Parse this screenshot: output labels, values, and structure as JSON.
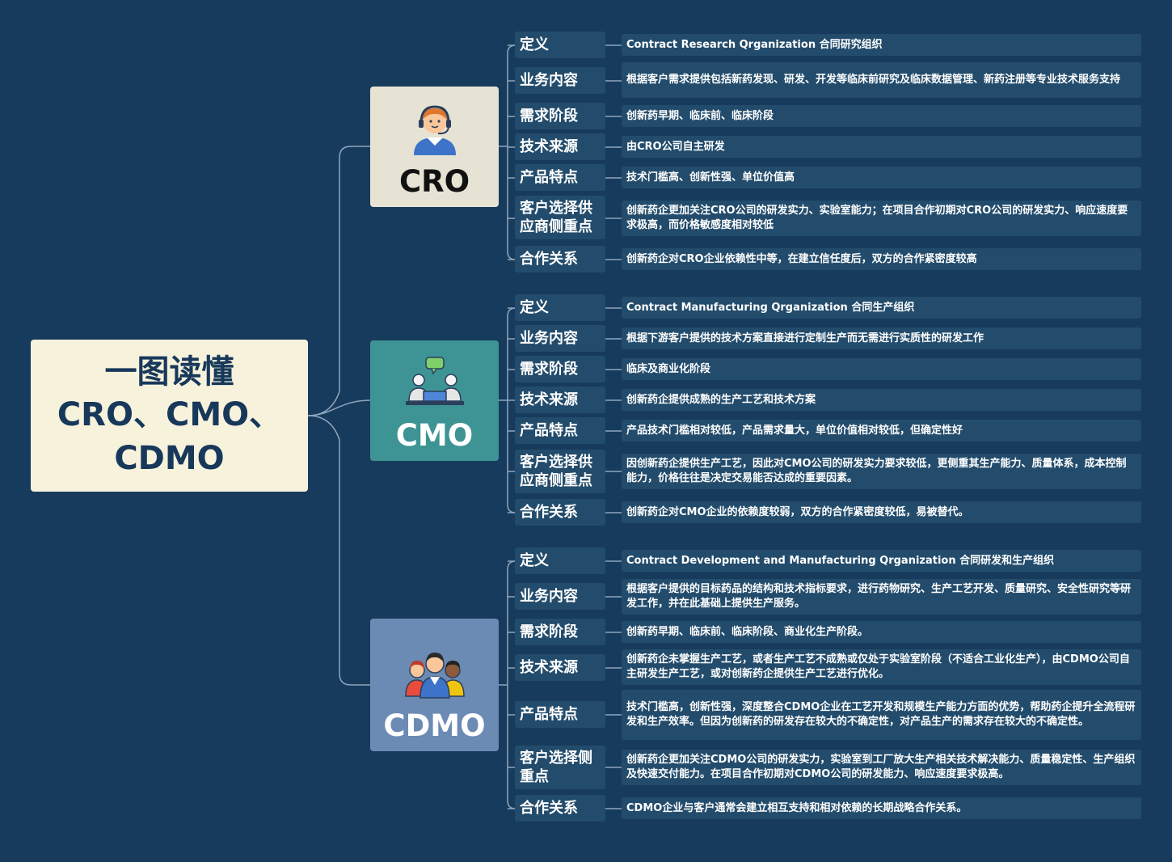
{
  "root": {
    "title_line1": "一图读懂",
    "title_line2": "CRO、CMO、",
    "title_line3": "CDMO"
  },
  "branches": [
    {
      "name": "CRO",
      "icon": "headset-agent-icon",
      "items": [
        {
          "label": "定义",
          "value": "Contract Research Qrganization 合同研究组织"
        },
        {
          "label": "业务内容",
          "value": "根据客户需求提供包括新药发现、研发、开发等临床前研究及临床数据管理、新药注册等专业技术服务支持"
        },
        {
          "label": "需求阶段",
          "value": "创新药早期、临床前、临床阶段"
        },
        {
          "label": "技术来源",
          "value": "由CRO公司自主研发"
        },
        {
          "label": "产品特点",
          "value": "技术门槛高、创新性强、单位价值高"
        },
        {
          "label": "客户选择供应商侧重点",
          "value": "创新药企更加关注CRO公司的研发实力、实验室能力；在项目合作初期对CRO公司的研发实力、响应速度要求极高，而价格敏感度相对较低"
        },
        {
          "label": "合作关系",
          "value": "创新药企对CRO企业依赖性中等，在建立信任度后，双方的合作紧密度较高"
        }
      ]
    },
    {
      "name": "CMO",
      "icon": "meeting-chat-icon",
      "items": [
        {
          "label": "定义",
          "value": "Contract Manufacturing Qrganization 合同生产组织"
        },
        {
          "label": "业务内容",
          "value": "根据下游客户提供的技术方案直接进行定制生产而无需进行实质性的研发工作"
        },
        {
          "label": "需求阶段",
          "value": "临床及商业化阶段"
        },
        {
          "label": "技术来源",
          "value": "创新药企提供成熟的生产工艺和技术方案"
        },
        {
          "label": "产品特点",
          "value": "产品技术门槛相对较低，产品需求量大，单位价值相对较低，但确定性好"
        },
        {
          "label": "客户选择供应商侧重点",
          "value": "因创新药企提供生产工艺，因此对CMO公司的研发实力要求较低，更侧重其生产能力、质量体系，成本控制能力，价格往往是决定交易能否达成的重要因素。"
        },
        {
          "label": "合作关系",
          "value": "创新药企对CMO企业的依赖度较弱，双方的合作紧密度较低，易被替代。"
        }
      ]
    },
    {
      "name": "CDMO",
      "icon": "team-people-icon",
      "items": [
        {
          "label": "定义",
          "value": "Contract Development and Manufacturing Qrganization 合同研发和生产组织"
        },
        {
          "label": "业务内容",
          "value": "根据客户提供的目标药品的结构和技术指标要求，进行药物研究、生产工艺开发、质量研究、安全性研究等研发工作，并在此基础上提供生产服务。"
        },
        {
          "label": "需求阶段",
          "value": "创新药早期、临床前、临床阶段、商业化生产阶段。"
        },
        {
          "label": "技术来源",
          "value": "创新药企未掌握生产工艺，或者生产工艺不成熟或仅处于实验室阶段（不适合工业化生产），由CDMO公司自主研发生产工艺，或对创新药企提供生产工艺进行优化。"
        },
        {
          "label": "产品特点",
          "value": "技术门槛高，创新性强，深度整合CDMO企业在工艺开发和规模生产能力方面的优势，帮助药企提升全流程研发和生产效率。但因为创新药的研发存在较大的不确定性，对产品生产的需求存在较大的不确定性。"
        },
        {
          "label": "客户选择侧重点",
          "value": "创新药企更加关注CDMO公司的研发实力，实验室到工厂放大生产相关技术解决能力、质量稳定性、生产组织及快速交付能力。在项目合作初期对CDMO公司的研发能力、响应速度要求极高。"
        },
        {
          "label": "合作关系",
          "value": "CDMO企业与客户通常会建立相互支持和相对依赖的长期战略合作关系。"
        }
      ]
    }
  ],
  "colors": {
    "background": "#173b5c",
    "root_bg": "#f7f2dc",
    "cro_bg": "#e6e3d4",
    "cmo_bg": "#3e9494",
    "cdmo_bg": "#6b8bb4",
    "row_bg": "#234c6c",
    "line": "#8fa6bd"
  }
}
